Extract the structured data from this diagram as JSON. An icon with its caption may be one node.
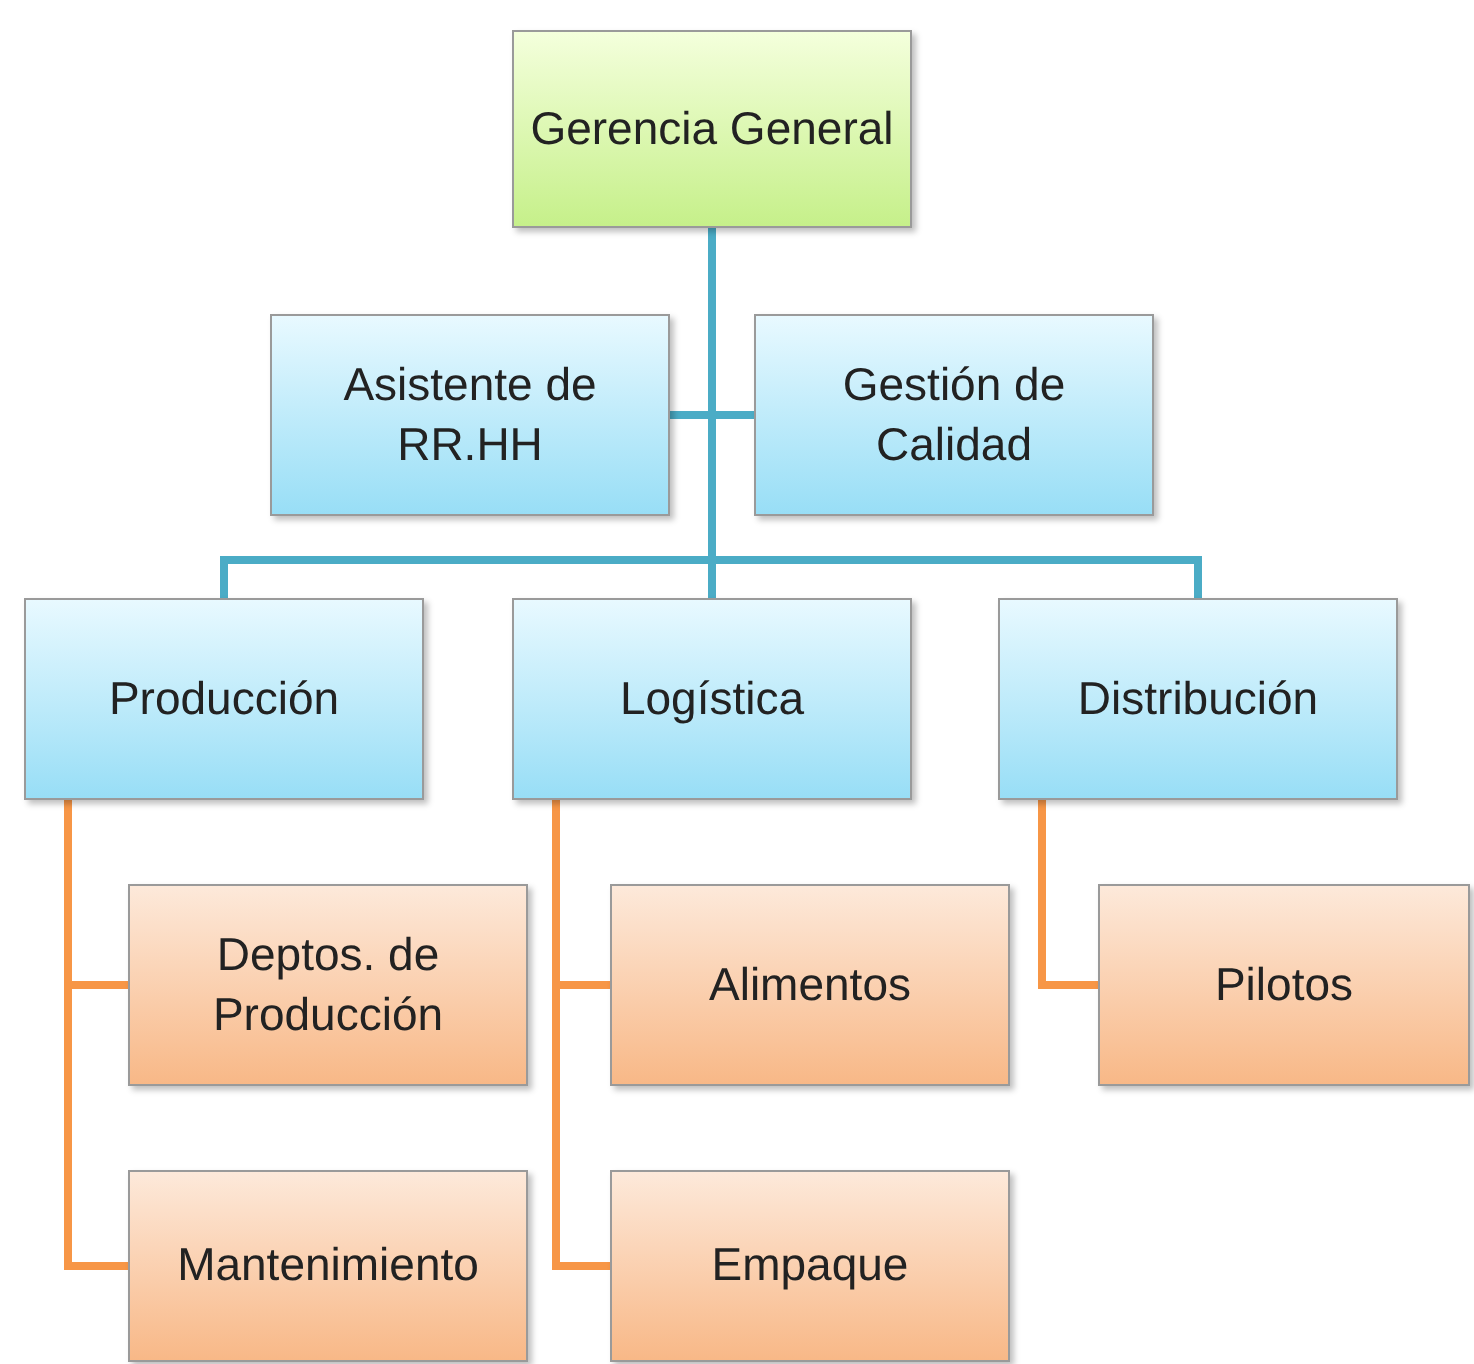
{
  "diagram": {
    "nodes": [
      {
        "text": [
          "Gerencia General"
        ]
      },
      {
        "text": [
          "Asistente de RR.HH"
        ]
      },
      {
        "text": [
          "Gestión de Calidad"
        ]
      },
      {
        "text": [
          "Producción"
        ]
      },
      {
        "text": [
          "Logística"
        ]
      },
      {
        "text": [
          "Distribución"
        ]
      },
      {
        "text": [
          "Deptos. de Producción"
        ]
      },
      {
        "text": [
          "Mantenimiento"
        ]
      },
      {
        "text": [
          "Alimentos"
        ]
      },
      {
        "text": [
          "Empaque"
        ]
      },
      {
        "text": [
          "Pilotos"
        ]
      }
    ],
    "edges": [
      {
        "from": 0,
        "to": 1,
        "arrow": "none"
      },
      {
        "from": 0,
        "to": 2,
        "arrow": "none"
      },
      {
        "from": 0,
        "to": 3,
        "arrow": "none"
      },
      {
        "from": 0,
        "to": 4,
        "arrow": "none"
      },
      {
        "from": 0,
        "to": 5,
        "arrow": "none"
      },
      {
        "from": 3,
        "to": 6,
        "arrow": "none",
        "color": "#f79646"
      },
      {
        "from": 3,
        "to": 7,
        "arrow": "none",
        "color": "#f79646"
      },
      {
        "from": 4,
        "to": 8,
        "arrow": "none",
        "color": "#f79646"
      },
      {
        "from": 4,
        "to": 9,
        "arrow": "none",
        "color": "#f79646"
      },
      {
        "from": 5,
        "to": 10,
        "arrow": "none",
        "color": "#f79646"
      }
    ]
  }
}
